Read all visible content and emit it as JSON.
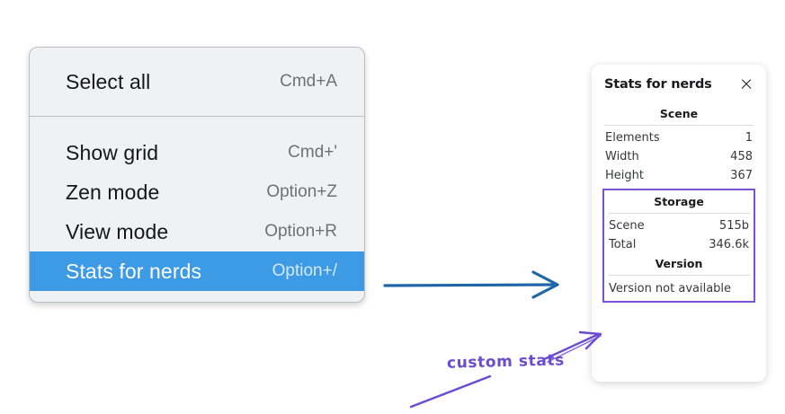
{
  "context_menu": {
    "name": "canvas-context-menu",
    "groups": [
      {
        "items": [
          {
            "label": "Select all",
            "shortcut": "Cmd+A",
            "selected": false
          }
        ]
      },
      {
        "items": [
          {
            "label": "Show grid",
            "shortcut": "Cmd+'",
            "selected": false
          },
          {
            "label": "Zen mode",
            "shortcut": "Option+Z",
            "selected": false
          },
          {
            "label": "View mode",
            "shortcut": "Option+R",
            "selected": false
          },
          {
            "label": "Stats for nerds",
            "shortcut": "Option+/",
            "selected": true
          }
        ]
      }
    ]
  },
  "stats_panel": {
    "title": "Stats for nerds",
    "close_icon": "close-icon",
    "sections": [
      {
        "title": "Scene",
        "rows": [
          {
            "key": "Elements",
            "value": "1"
          },
          {
            "key": "Width",
            "value": "458"
          },
          {
            "key": "Height",
            "value": "367"
          }
        ]
      },
      {
        "title": "Storage",
        "rows": [
          {
            "key": "Scene",
            "value": "515b"
          },
          {
            "key": "Total",
            "value": "346.6k"
          }
        ]
      },
      {
        "title": "Version",
        "text": "Version not available"
      }
    ]
  },
  "annotations": {
    "handwriting": "custom stats",
    "blue_arrow_color": "#1f66a8",
    "purple_color": "#6b4bd0",
    "highlight_color": "#7c52d6",
    "menu_selected_color": "#3d9ae5"
  }
}
